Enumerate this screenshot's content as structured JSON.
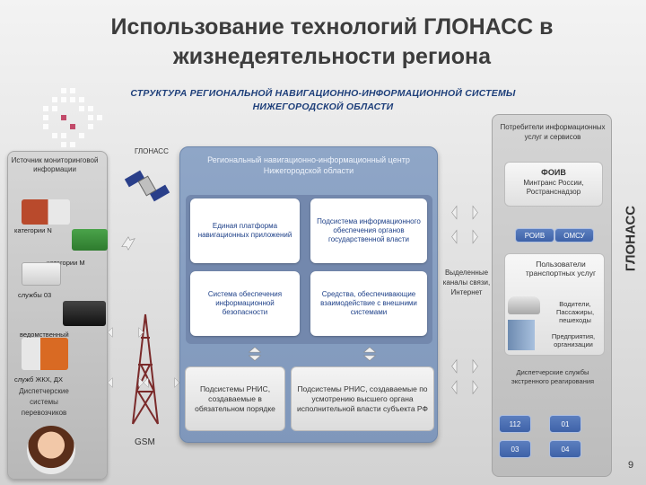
{
  "slide": {
    "title": "Использование технологий ГЛОНАСС в жизнедеятельности региона",
    "subtitle_line1": "СТРУКТУРА РЕГИОНАЛЬНОЙ НАВИГАЦИОННО-ИНФОРМАЦИОННОЙ СИСТЕМЫ",
    "subtitle_line2": "НИЖЕГОРОДСКОЙ ОБЛАСТИ",
    "page_number": "9"
  },
  "left": {
    "header": "Источник мониторинговой информации",
    "glonass_label": "ГЛОНАСС",
    "gsm_label": "GSM",
    "vehicles": [
      "категории N",
      "категории M",
      "службы 03",
      "ведомственный",
      "служб ЖКХ, ДХ"
    ],
    "dispatch": "Диспетчерские системы перевозчиков"
  },
  "center": {
    "title": "Региональный навигационно-информационный центр Нижегородской области",
    "box1": "Единая платформа навигационных приложений",
    "box2": "Подсистема информационного обеспечения органов государственной власти",
    "box3": "Система обеспечения информационной безопасности",
    "box4": "Средства, обеспечивающие взаимодействие с внешними системами",
    "sub1": "Подсистемы РНИС, создаваемые в обязательном порядке",
    "sub2": "Подсистемы РНИС, создаваемые по усмотрению высшего органа исполнительной власти субъекта РФ"
  },
  "channels_label": "Выделенные каналы связи, Интернет",
  "right": {
    "header": "Потребители информационных услуг и сервисов",
    "foiv_title": "ФОИВ",
    "foiv_text": "Минтранс России, Ространснадзор",
    "roiv": "РОИВ",
    "omsu": "ОМСУ",
    "users_title": "Пользователи транспортных услуг",
    "users_drivers": "Водители, Пассажиры, пешеходы",
    "users_orgs": "Предприятия, организации",
    "dispatch_title": "Диспетчерские службы экстренного реагирования",
    "codes": [
      "112",
      "01",
      "03",
      "04"
    ]
  },
  "side_label": "ГЛОНАСС",
  "colors": {
    "title": "#3c3c3c",
    "subtitle": "#1e3f7a",
    "center_panel": "#8fa6c7",
    "box_text": "#1e4088",
    "code_box": "#4a6db3"
  }
}
